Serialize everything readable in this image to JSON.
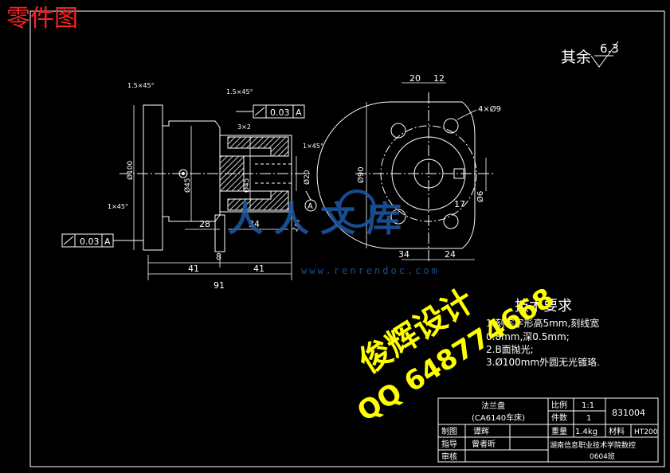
{
  "corner_title": "零件图",
  "roughness": {
    "prefix": "其余",
    "value": "6.3"
  },
  "watermark": {
    "designer": "俊辉设计",
    "qq": "QQ 648774668",
    "site_cn": "人人文库",
    "url": "www.renrendoc.com"
  },
  "annotations": {
    "chamfer_top_left": "1.5×45°",
    "chamfer_top_mid": "1.5×45°",
    "chamfer_left": "1×45°",
    "chamfer_right": "1×45°",
    "groove": "3×2",
    "tol_top_value": "0.03",
    "tol_top_datum": "A",
    "tol_left_value": "0.03",
    "tol_left_datum": "A",
    "datum_mark": "A"
  },
  "dimensions": {
    "d_outer": "Ø100",
    "d_hub": "Ø45",
    "d_bore": "Ø45",
    "d_small": "Ø20",
    "d_side": "Ø90",
    "d_6": "Ø6",
    "dim_28": "28",
    "dim_34_left": "34",
    "dim_8": "8",
    "dim_41_a": "41",
    "dim_41_b": "41",
    "dim_91": "91",
    "dim_20": "20",
    "dim_12": "12",
    "dim_34_right": "34",
    "dim_24": "24",
    "dim_17": "17",
    "holes": "4×Ø9",
    "angle_15": "15°"
  },
  "tech_requirements": {
    "heading": "技术要求",
    "items": [
      "1.刻字字形高5mm,刻线宽",
      "0.8mm,深0.5mm;",
      "2.B面抛光;",
      "3.Ø100mm外圆无光镀珞."
    ]
  },
  "title_block": {
    "part_name": "法兰盘",
    "machine": "(CA6140车床)",
    "scale_label": "比例",
    "scale_value": "1:1",
    "qty_label": "件数",
    "qty_value": "1",
    "drawing_no": "831004",
    "drawn_label": "制图",
    "drawn_name": "谭辉",
    "weight_label": "重量",
    "weight_value": "1.4kg",
    "material_label": "材料",
    "material_value": "HT200",
    "guide_label": "指导",
    "guide_name": "曾者昕",
    "school": "湖南信息职业技术学院数控",
    "class": "0604班",
    "review_label": "审核"
  },
  "colors": {
    "background": "#000000",
    "outline": "#ffffff",
    "corner_title": "#ff2020",
    "watermark_text": "#ffff00",
    "watermark_logo": "#1e5aa8",
    "hatch_fill": "#d8d8d8"
  }
}
